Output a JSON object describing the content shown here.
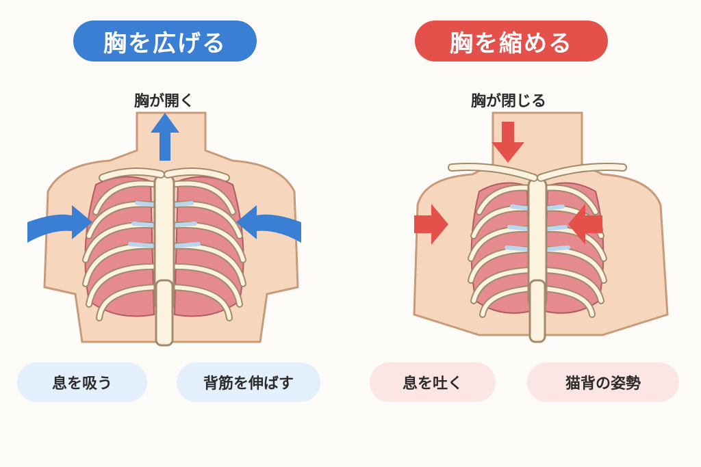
{
  "left_panel": {
    "title": "胸を広げる",
    "caption": "胸が開く",
    "pills": [
      "息を吸う",
      "背筋を伸ばす"
    ],
    "accent": "#3b7fd4"
  },
  "right_panel": {
    "title": "胸を縮める",
    "caption": "胸が閉じる",
    "pills": [
      "息を吐く",
      "猫背の姿勢"
    ],
    "accent": "#e4504a"
  },
  "colors": {
    "skin": "#f6d7bd",
    "skin_outline": "#c99a78",
    "bone": "#fbf3df",
    "bone_outline": "#a08a6a",
    "lung": "#e58a8e",
    "cartilage": "#b9d6ef",
    "blue_arrow": "#3b7fd4",
    "red_arrow": "#e4504a"
  },
  "icons": [
    "up-arrow-icon",
    "inward-arrow-icon",
    "down-arrow-icon"
  ]
}
